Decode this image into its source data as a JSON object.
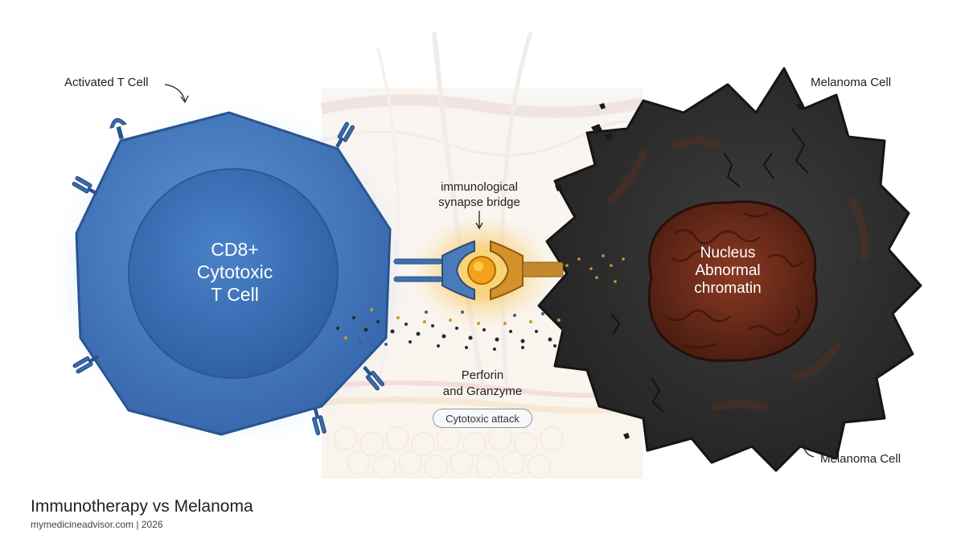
{
  "labels": {
    "activated_t_cell": "Activated T Cell",
    "t_cell_line1": "CD8+",
    "t_cell_line2": "Cytotoxic",
    "t_cell_line3": "T Cell",
    "synapse_line1": "immunological",
    "synapse_line2": "synapse bridge",
    "perforin_line1": "Perforin",
    "perforin_line2": "and Granzyme",
    "cytotoxic_attack": "Cytotoxic attack",
    "melanoma_top": "Melanoma Cell",
    "melanoma_bottom": "Melanoma Cell",
    "nucleus_line1": "Nucleus",
    "nucleus_line2": "Abnormal",
    "nucleus_line3": "chromatin"
  },
  "footer": {
    "title": "Immunotherapy vs Melanoma",
    "source": "mymedicineadvisor.com | 2026"
  },
  "colors": {
    "t_cell": "#3f74b8",
    "t_cell_nucleus": "#3266ad",
    "melanoma": "#2e2e2e",
    "nucleus": "#6b2a1a",
    "synapse_glow": "#f5b52a"
  }
}
